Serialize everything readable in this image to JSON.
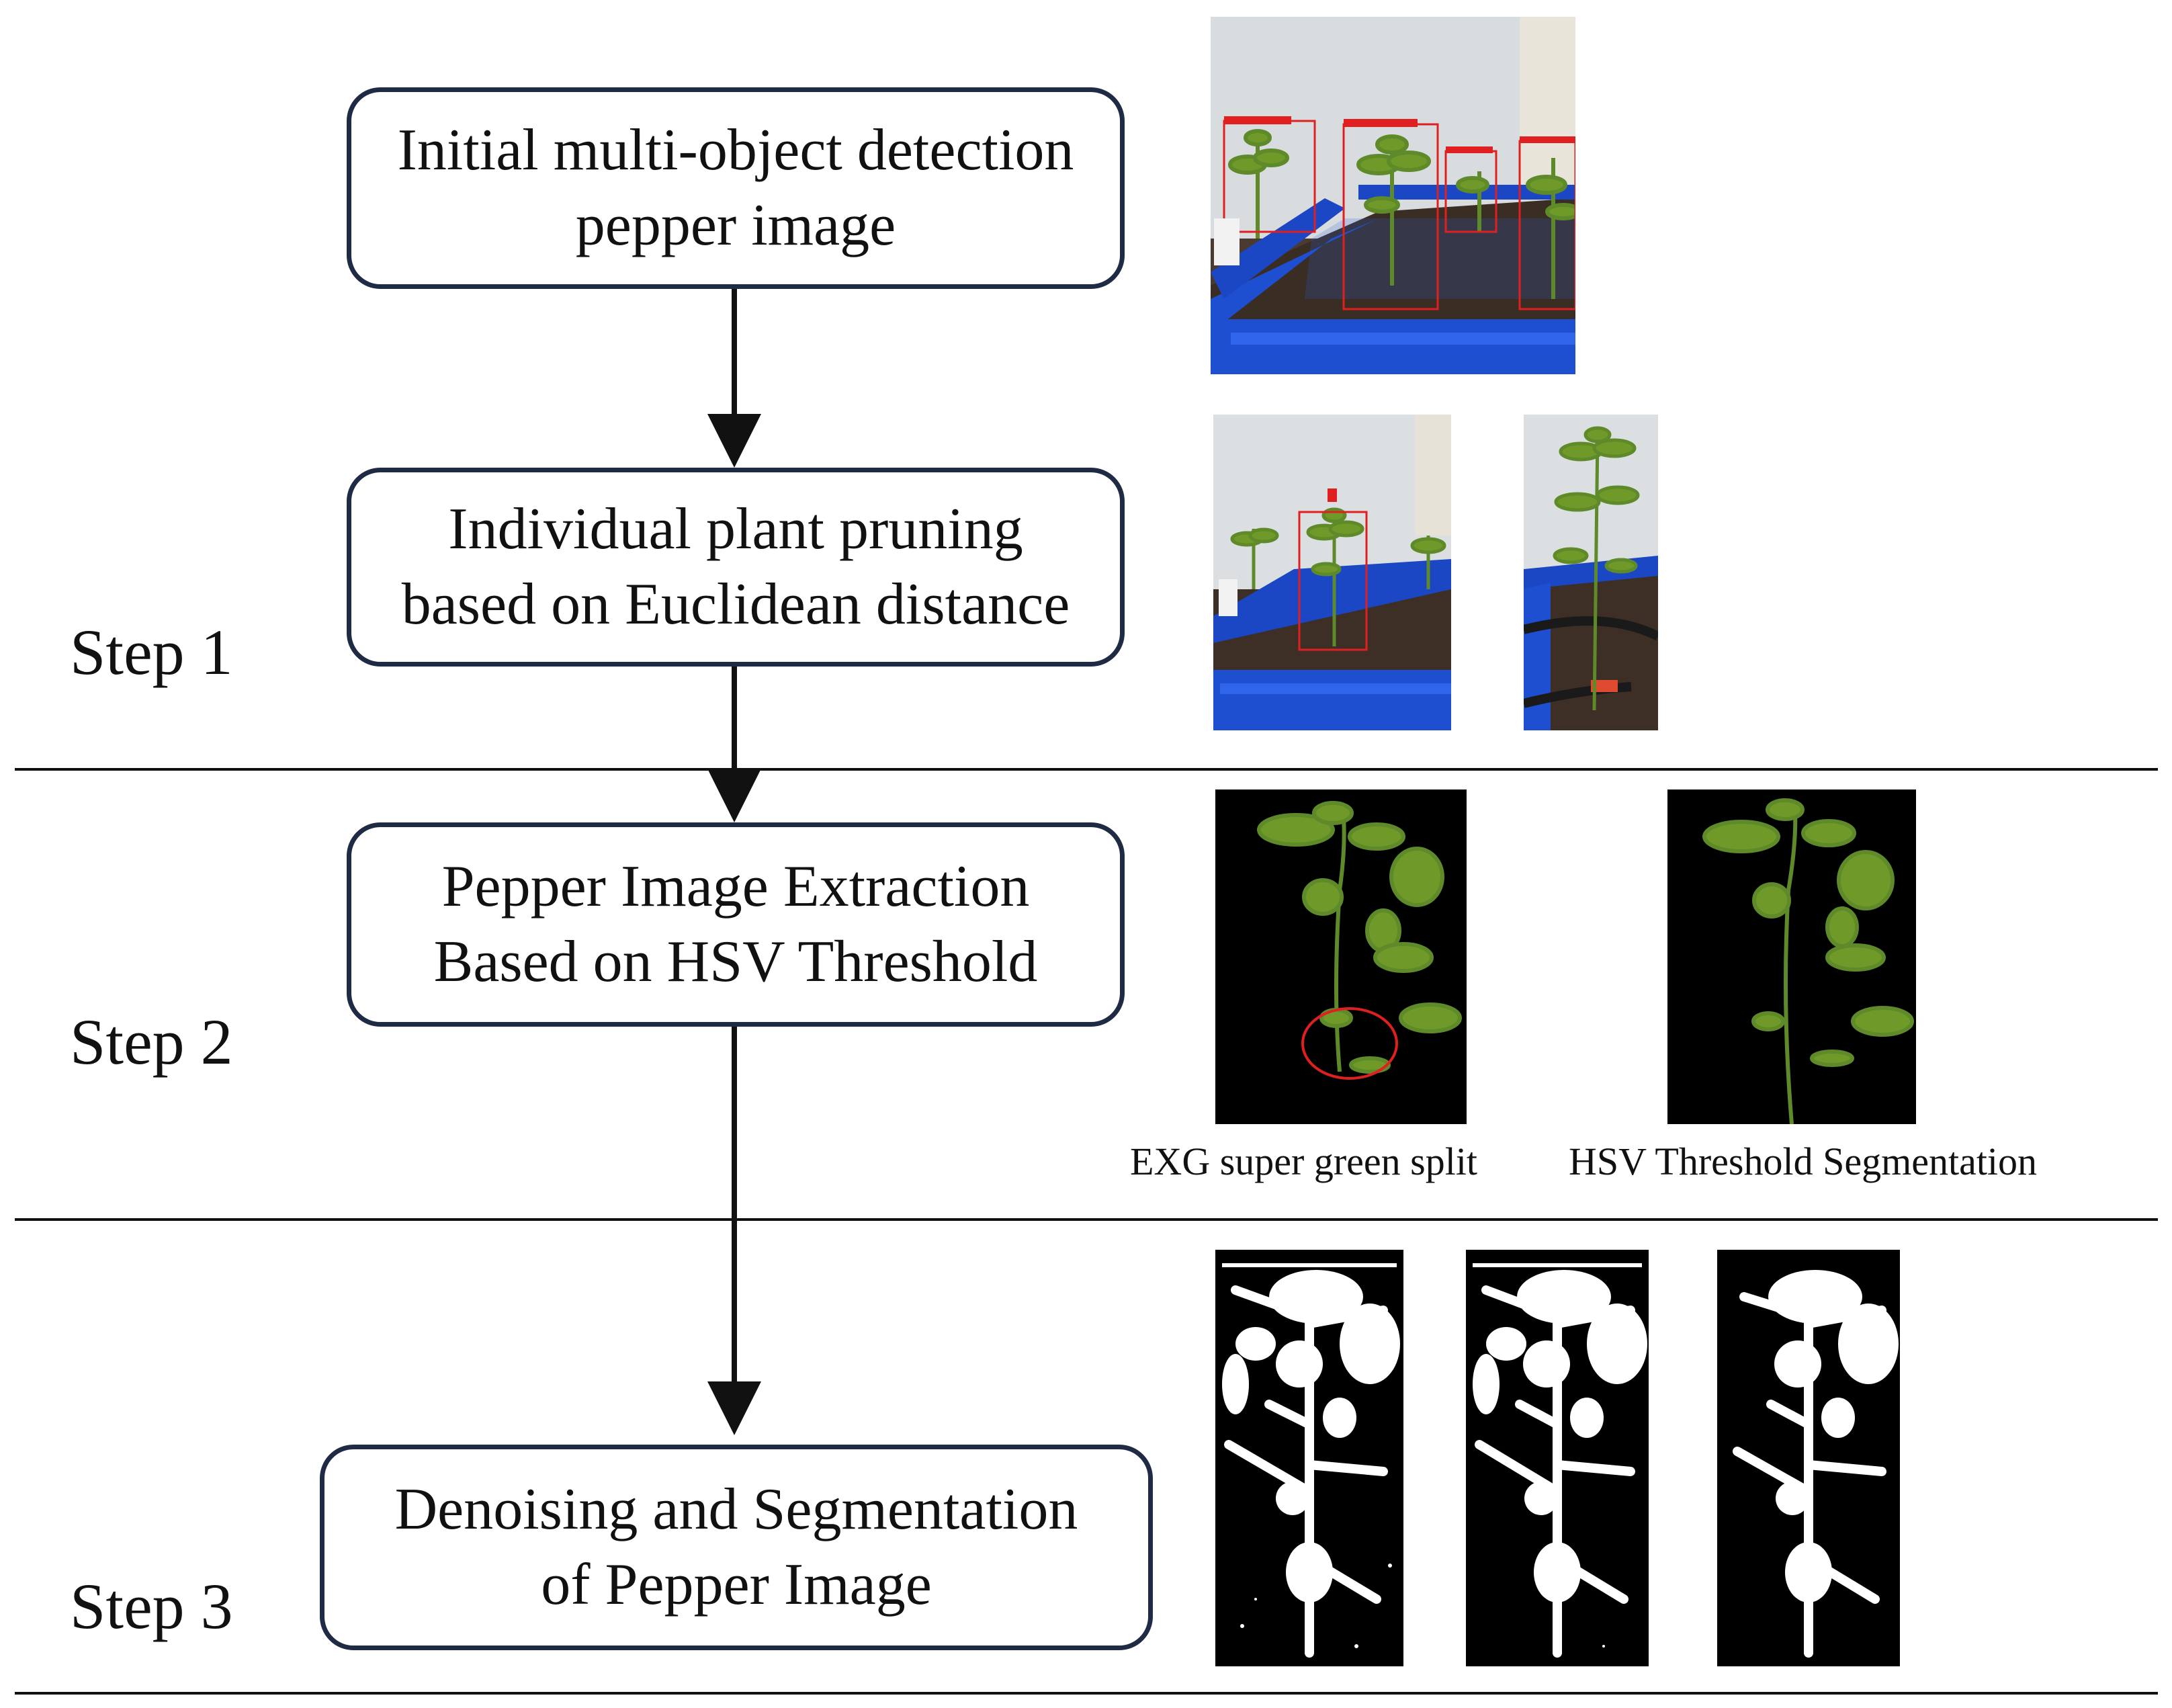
{
  "steps": [
    {
      "label": "Step 1"
    },
    {
      "label": "Step 2"
    },
    {
      "label": "Step 3"
    }
  ],
  "boxes": [
    {
      "line1": "Initial multi-object detection",
      "line2": "pepper image"
    },
    {
      "line1": "Individual plant pruning",
      "line2": "based on Euclidean distance"
    },
    {
      "line1": "Pepper Image Extraction",
      "line2": "Based on HSV Threshold"
    },
    {
      "line1": "Denoising and Segmentation",
      "line2": "of Pepper Image"
    }
  ],
  "captions": {
    "exg": "EXG super green split",
    "hsv": "HSV Threshold Segmentation"
  },
  "colors": {
    "box_border": "#1f2a44",
    "arrow": "#111111",
    "tray_blue": "#1f4fd1",
    "leaf_green": "#6f9a2a",
    "detection_red": "#e02020"
  }
}
